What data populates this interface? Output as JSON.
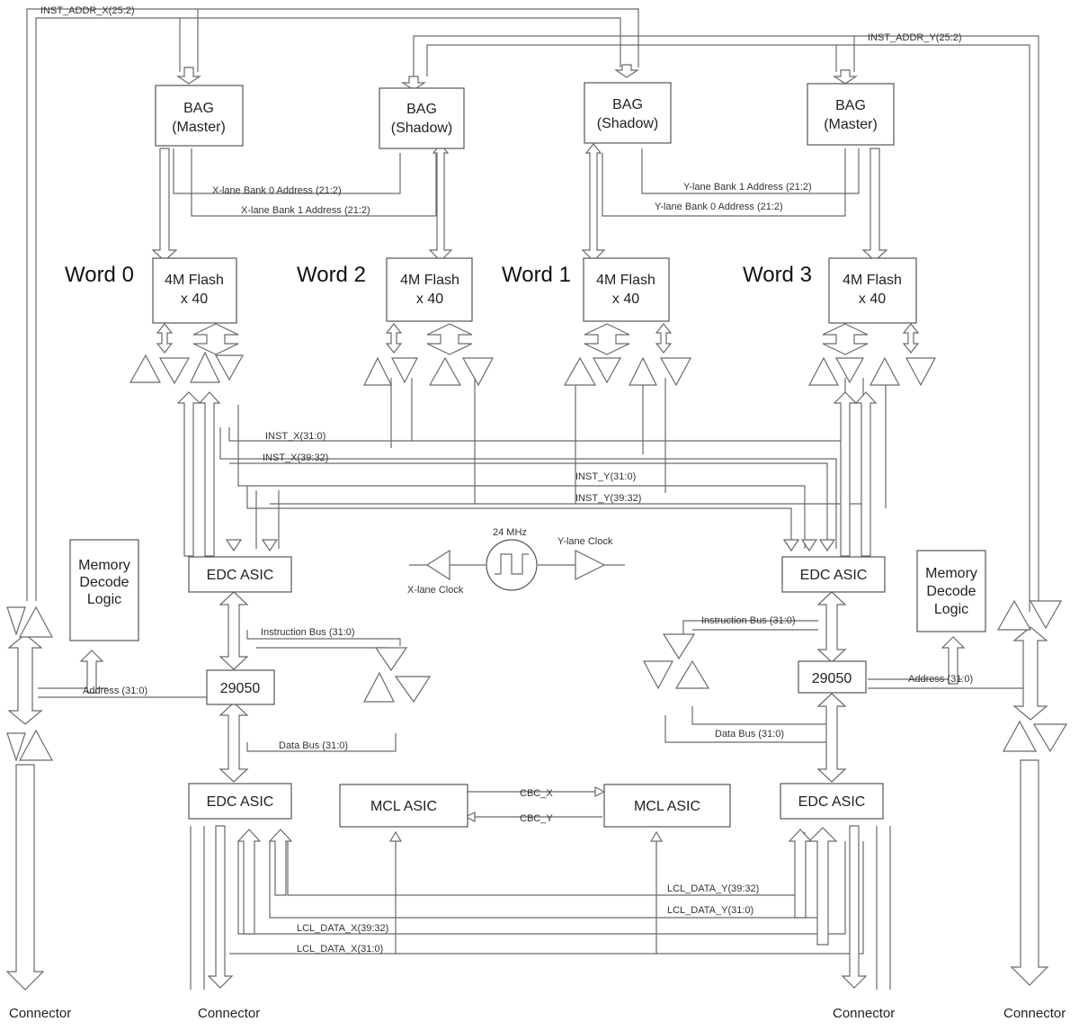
{
  "blocks": {
    "bag_x_master": [
      "BAG",
      "(Master)"
    ],
    "bag_x_shadow": [
      "BAG",
      "(Shadow)"
    ],
    "bag_y_shadow": [
      "BAG",
      "(Shadow)"
    ],
    "bag_y_master": [
      "BAG",
      "(Master)"
    ],
    "flash": [
      "4M Flash",
      "x 40"
    ],
    "edc_asic": "EDC ASIC",
    "mcl_asic": "MCL ASIC",
    "memory_decode": [
      "Memory",
      "Decode",
      "Logic"
    ],
    "cpu": "29050"
  },
  "words": [
    "Word 0",
    "Word 2",
    "Word 1",
    "Word 3"
  ],
  "signals": {
    "inst_addr_x": "INST_ADDR_X(25:2)",
    "inst_addr_y": "INST_ADDR_Y(25:2)",
    "x_bank0": "X-lane Bank 0 Address (21:2)",
    "x_bank1": "X-lane Bank 1 Address (21:2)",
    "y_bank1": "Y-lane Bank 1 Address (21:2)",
    "y_bank0": "Y-lane Bank 0 Address (21:2)",
    "inst_x_31": "INST_X(31:0)",
    "inst_x_39": "INST_X(39:32)",
    "inst_y_31": "INST_Y(31:0)",
    "inst_y_39": "INST_Y(39:32)",
    "clock_freq": "24 MHz",
    "y_clock": "Y-lane Clock",
    "x_clock": "X-lane Clock",
    "instruction_bus": "Instruction Bus (31:0)",
    "address": "Address (31:0)",
    "data_bus": "Data Bus (31:0)",
    "cbc_x": "CBC_X",
    "cbc_y": "CBC_Y",
    "lcl_y_39": "LCL_DATA_Y(39:32)",
    "lcl_y_31": "LCL_DATA_Y(31:0)",
    "lcl_x_39": "LCL_DATA_X(39:32)",
    "lcl_x_31": "LCL_DATA_X(31:0)"
  },
  "connector": "Connector"
}
